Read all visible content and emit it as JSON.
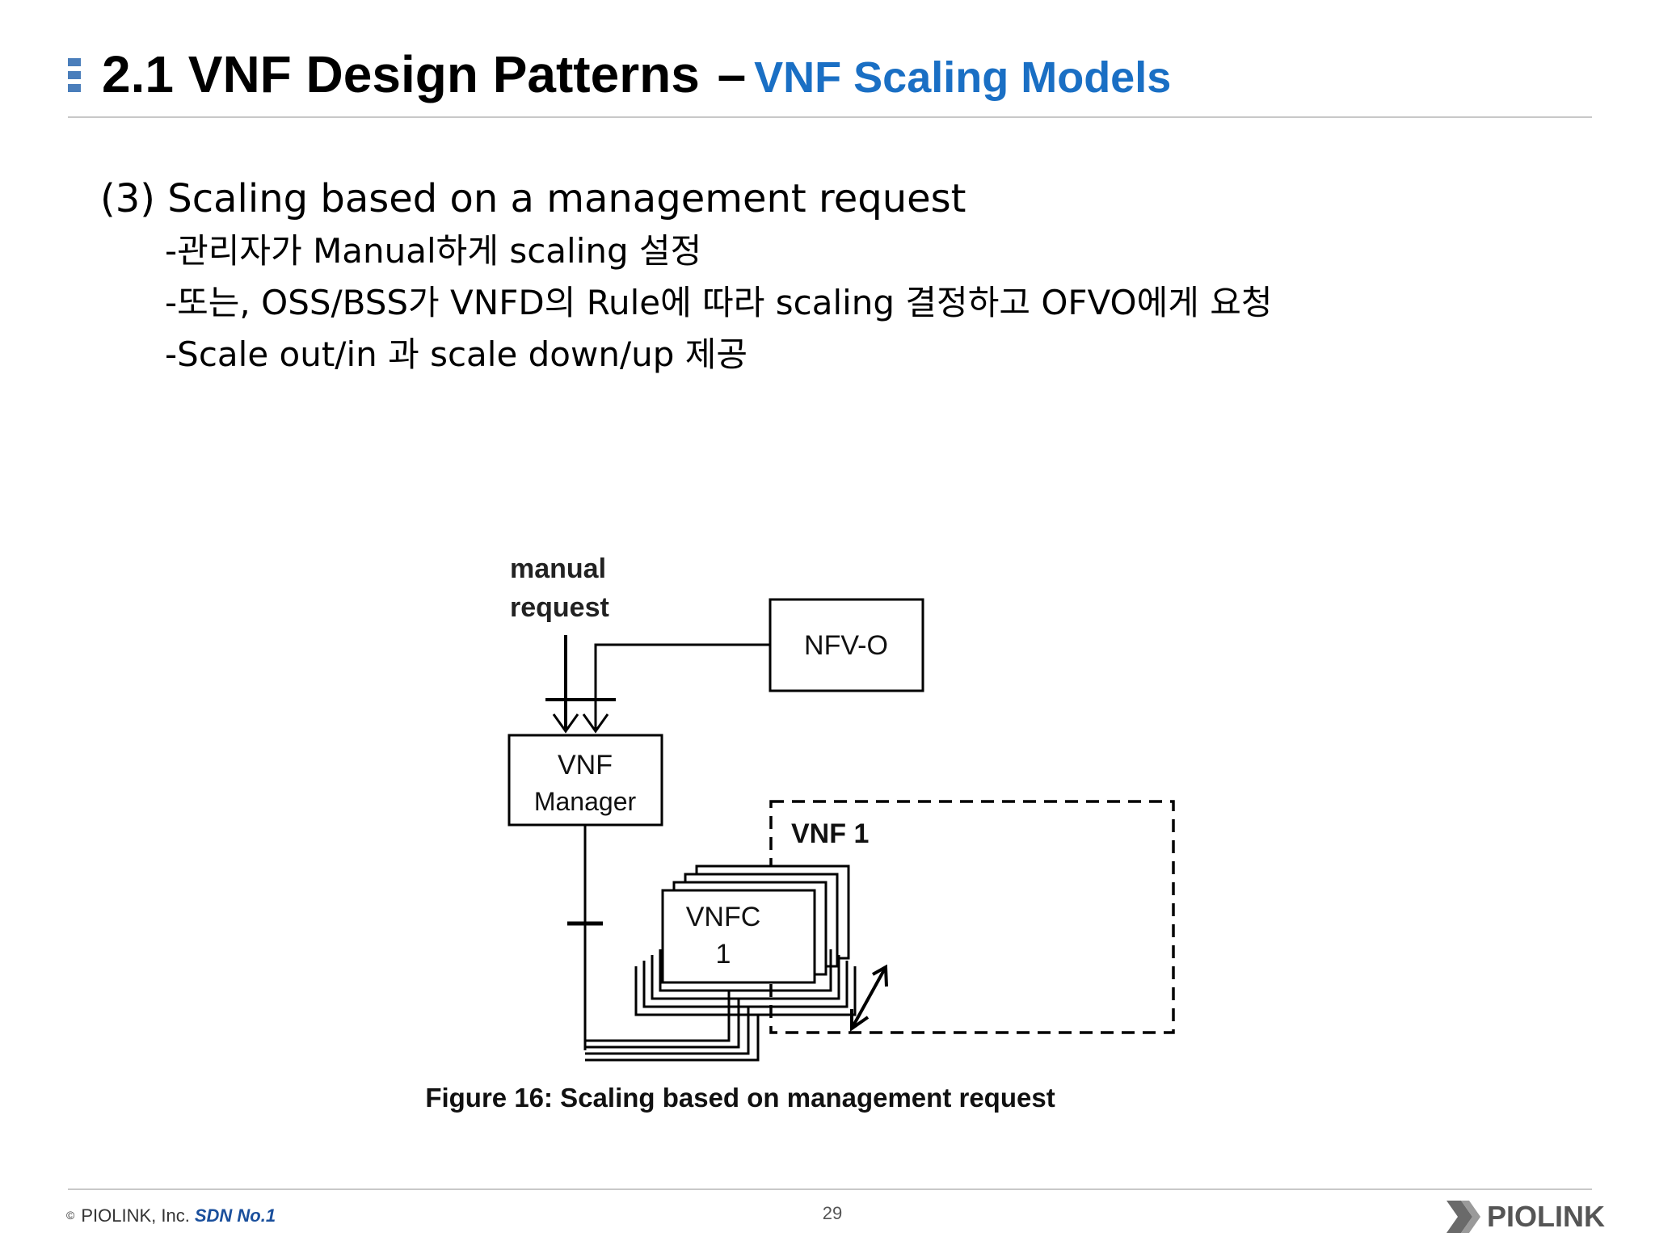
{
  "header": {
    "title_main": "2.1 VNF Design Patterns",
    "title_dash": "–",
    "title_sub": "VNF Scaling Models"
  },
  "content": {
    "heading": "(3) Scaling based on a management request",
    "bullets": [
      "-관리자가 Manual하게 scaling 설정",
      "-또는, OSS/BSS가 VNFD의 Rule에 따라 scaling 결정하고 OFVO에게 요청",
      "-Scale out/in 과 scale down/up 제공"
    ]
  },
  "figure": {
    "manual_request_line1": "manual",
    "manual_request_line2": "request",
    "nfvo_label": "NFV-O",
    "vnf_manager_line1": "VNF",
    "vnf_manager_line2": "Manager",
    "vnf_label": "VNF 1",
    "vnfc_line1": "VNFC",
    "vnfc_line2": "1",
    "caption": "Figure 16: Scaling based on management request"
  },
  "footer": {
    "copyright_symbol": "©",
    "company": "PIOLINK, Inc.",
    "slogan": "SDN No.1",
    "page_number": "29",
    "logo_text": "PIOLINK"
  },
  "colors": {
    "accent_blue": "#1a6fc4",
    "marker_blue": "#4a7ebb",
    "rule_gray": "#c8c8c8",
    "slogan_blue": "#1a4f9c"
  }
}
